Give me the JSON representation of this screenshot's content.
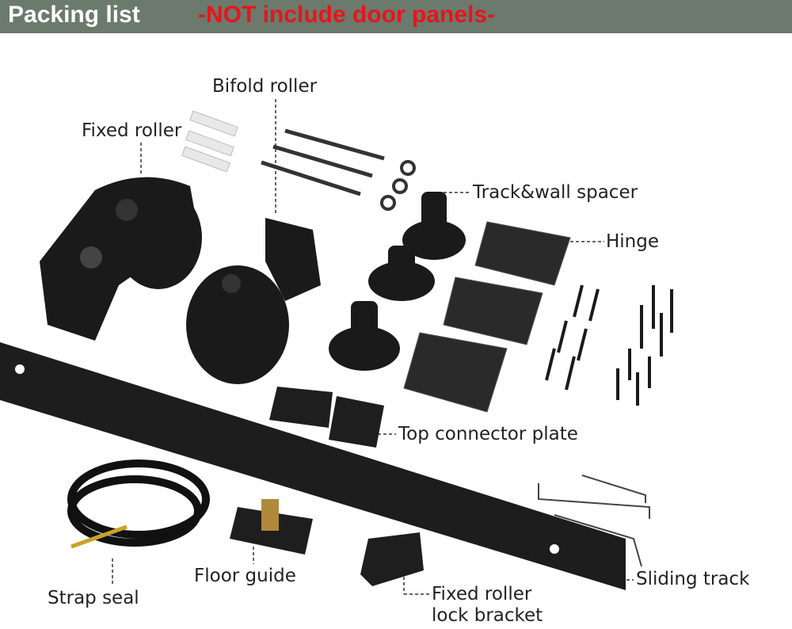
{
  "header": {
    "title": "Packing list",
    "notice": "-NOT include door panels-",
    "background": "#6b7a6c",
    "notice_color": "#e8141c"
  },
  "labels": {
    "bifold_roller": "Bifold roller",
    "fixed_roller": "Fixed roller",
    "track_wall_spacer": "Track&wall spacer",
    "hinge": "Hinge",
    "top_connector_plate": "Top connector plate",
    "strap_seal": "Strap seal",
    "floor_guide": "Floor guide",
    "fixed_roller_lock_bracket_line1": "Fixed roller",
    "fixed_roller_lock_bracket_line2": "lock bracket",
    "sliding_track": "Sliding track"
  }
}
